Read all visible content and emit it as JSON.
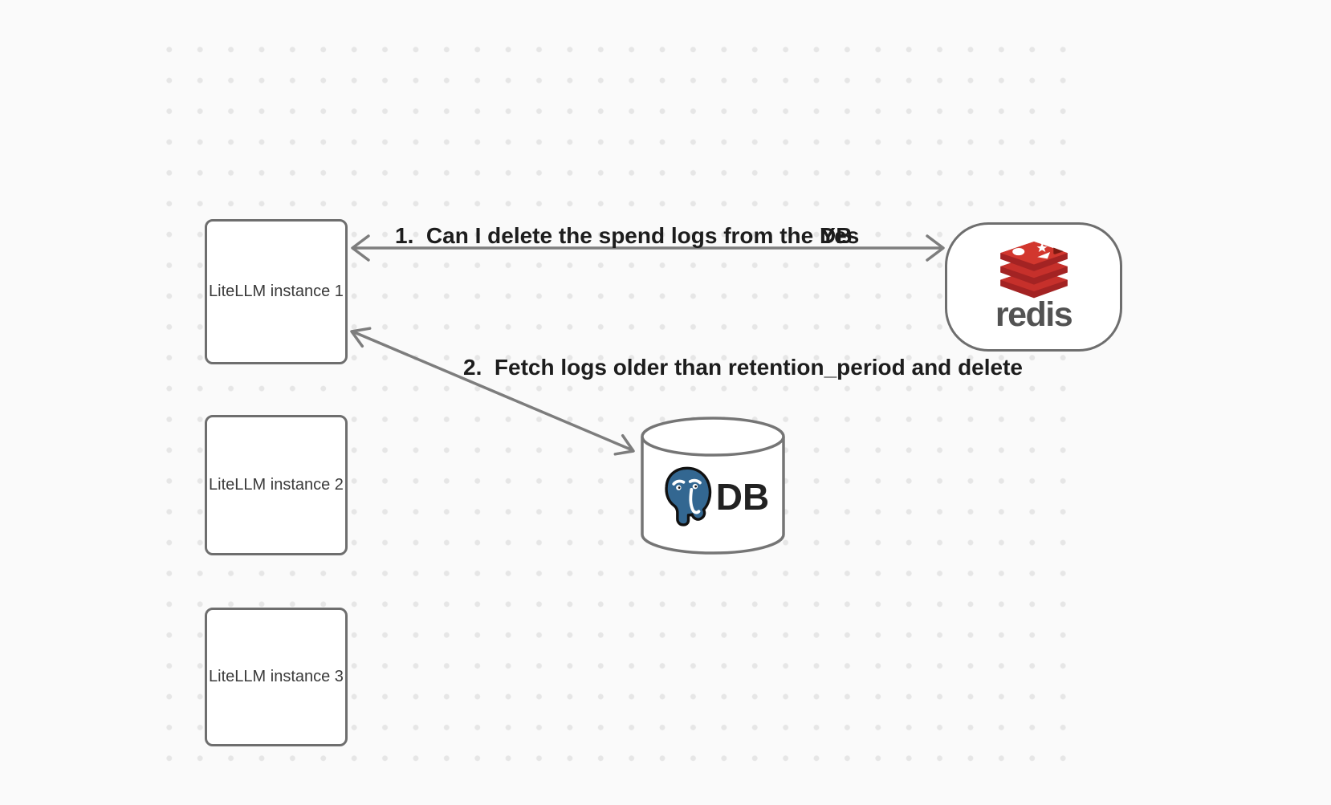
{
  "diagram": {
    "nodes": {
      "instance1": {
        "label": "LiteLLM instance 1"
      },
      "instance2": {
        "label": "LiteLLM instance 2"
      },
      "instance3": {
        "label": "LiteLLM instance 3"
      },
      "redis": {
        "wordmark": "redis",
        "logo_icon": "redis-stack-icon",
        "logo_color": "#C6302B",
        "logo_dark_color": "#A32323",
        "wordmark_color": "#525252"
      },
      "database": {
        "label": "DB",
        "logo_icon": "postgresql-elephant-icon",
        "logo_color": "#336791"
      }
    },
    "edges": {
      "edge1": {
        "label": "1.  Can I delete the spend logs from the DB",
        "response": "Yes",
        "from": "LiteLLM instance 1",
        "to": "redis",
        "arrowheads": "both"
      },
      "edge2": {
        "label": "2.  Fetch logs older than retention_period and delete",
        "from": "LiteLLM instance 1",
        "to": "DB",
        "arrowheads": "both"
      }
    },
    "colors": {
      "background": "#fafafa",
      "grid_dot": "#e6e6e6",
      "shape_stroke": "#6e6e6e",
      "arrow": "#7d7d7d",
      "edge_label_text": "#1d1d1d",
      "node_label_text": "#3a3a3a"
    }
  }
}
